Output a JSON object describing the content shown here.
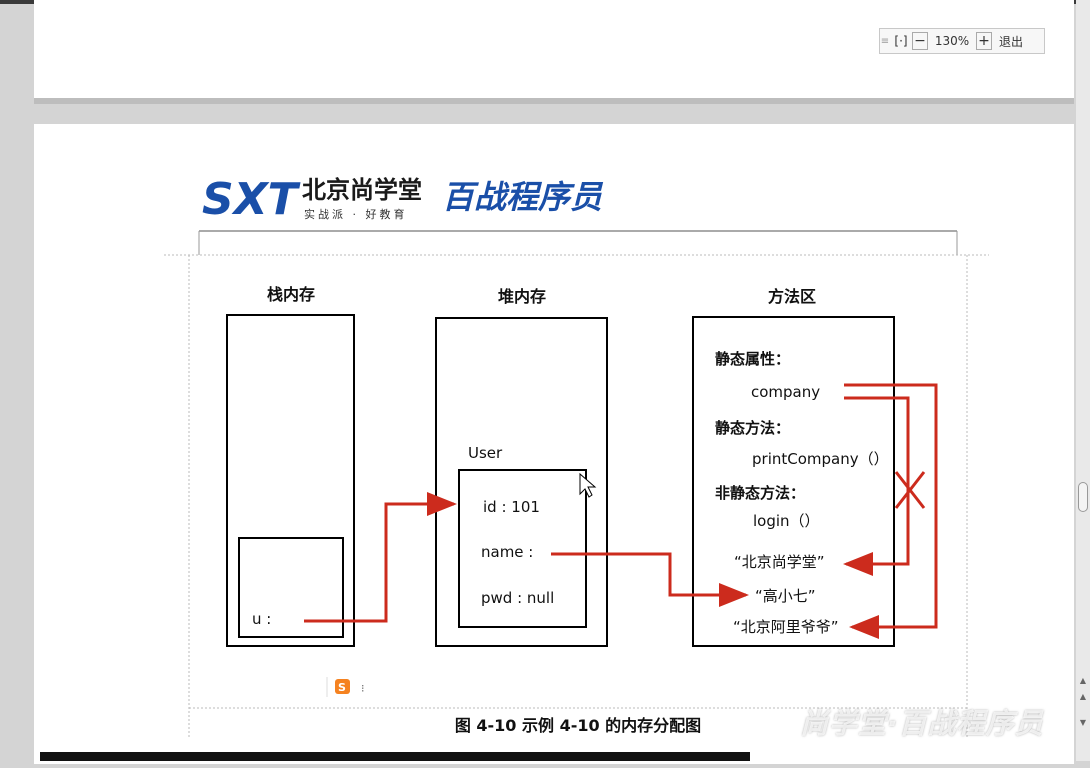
{
  "zoom": {
    "fit_label": "[·]",
    "minus_label": "−",
    "level": "130%",
    "plus_label": "+",
    "exit_label": "退出"
  },
  "logo": {
    "sxt": "SXT",
    "school": "北京尚学堂",
    "motto": "实战派 · 好教育",
    "brand": "百战程序员"
  },
  "diagram": {
    "stack_title": "栈内存",
    "heap_title": "堆内存",
    "method_title": "方法区",
    "stack_var": "u :",
    "object_label": "User",
    "fields": [
      "id : 101",
      "name :",
      "pwd : null"
    ],
    "static_attr_heading": "静态属性：",
    "static_attr": "company",
    "static_method_heading": "静态方法：",
    "static_method": "printCompany（）",
    "instance_method_heading": "非静态方法：",
    "instance_method": "login（）",
    "strings": [
      "“北京尚学堂”",
      "“高小七”",
      "“北京阿里爷爷”"
    ],
    "arrow_color": "#cc2b1d"
  },
  "caption": "图 4-10  示例 4-10 的内存分配图",
  "watermark": "尚学堂·百战程序员",
  "icons": [
    "fit-screen-icon",
    "minus-icon",
    "plus-icon",
    "sogou-input-icon",
    "mouse-cursor-icon"
  ]
}
